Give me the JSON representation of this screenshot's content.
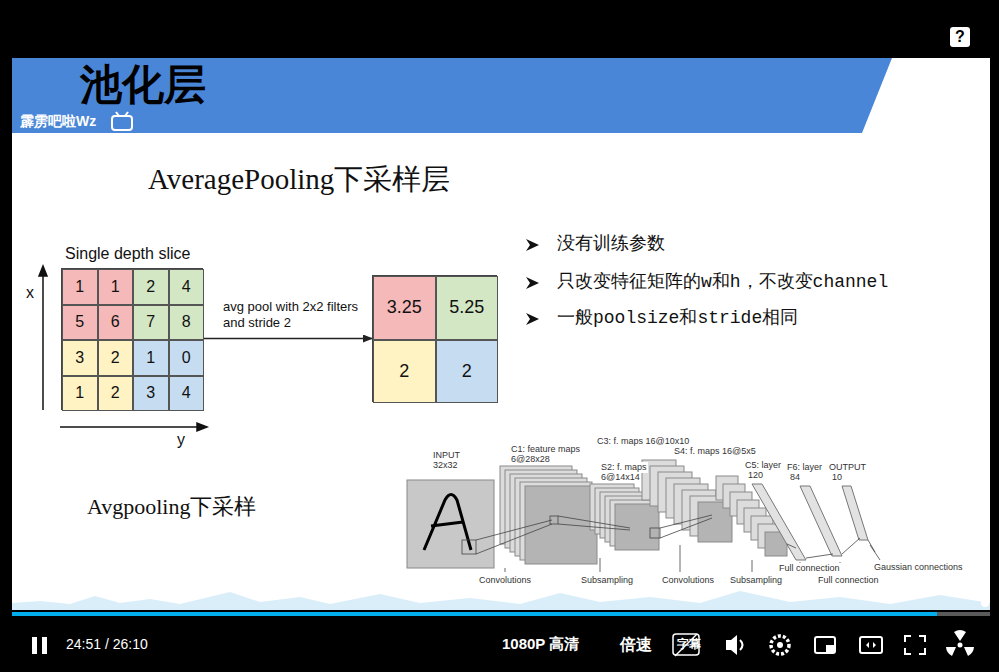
{
  "diagram": {
    "title": "池化层",
    "nodes": [
      {
        "text": [
          "Single depth slice"
        ]
      },
      {
        "text": [
          "1"
        ],
        "in": 0
      },
      {
        "text": [
          "1"
        ],
        "in": 0
      },
      {
        "text": [
          "2"
        ],
        "in": 0
      },
      {
        "text": [
          "4"
        ],
        "in": 0
      },
      {
        "text": [
          "5"
        ],
        "in": 0
      },
      {
        "text": [
          "6"
        ],
        "in": 0
      },
      {
        "text": [
          "7"
        ],
        "in": 0
      },
      {
        "text": [
          "8"
        ],
        "in": 0
      },
      {
        "text": [
          "3"
        ],
        "in": 0
      },
      {
        "text": [
          "2"
        ],
        "in": 0
      },
      {
        "text": [
          "1"
        ],
        "in": 0
      },
      {
        "text": [
          "0"
        ],
        "in": 0
      },
      {
        "text": [
          "1"
        ],
        "in": 0
      },
      {
        "text": [
          "2"
        ],
        "in": 0
      },
      {
        "text": [
          "3"
        ],
        "in": 0
      },
      {
        "text": [
          "4"
        ],
        "in": 0
      },
      {
        "text": []
      },
      {
        "text": [
          "3.25"
        ],
        "in": 17
      },
      {
        "text": [
          "5.25"
        ],
        "in": 17
      },
      {
        "text": [
          "2"
        ],
        "in": 17
      },
      {
        "text": [
          "2"
        ],
        "in": 17
      }
    ],
    "edges": [
      {
        "from": 0,
        "to": 17,
        "arrow": "to",
        "label": "avg pool with 2x2 filters and stride 2"
      }
    ],
    "labels": [
      "霹雳吧啦Wz",
      "AveragePooling下采样层",
      "没有训练参数",
      "只改变特征矩阵的w和h，不改变channel",
      "一般poolsize和stride相同",
      "x",
      "y",
      "Avgpooling下采样",
      "INPUT",
      "32x32",
      "C1: feature maps",
      "6@28x28",
      "C3: f. maps 16@10x10",
      "S2: f. maps",
      "6@14x14",
      "S4: f. maps 16@5x5",
      "C5: layer",
      "120",
      "F6: layer",
      "84",
      "OUTPUT",
      "10",
      "Convolutions",
      "Subsampling",
      "Convolutions",
      "Subsampling",
      "Full connection",
      "Full connection",
      "Gaussian connections",
      "?",
      "24:51 / 26:10",
      "1080P 高清",
      "倍速",
      "字幕"
    ]
  }
}
